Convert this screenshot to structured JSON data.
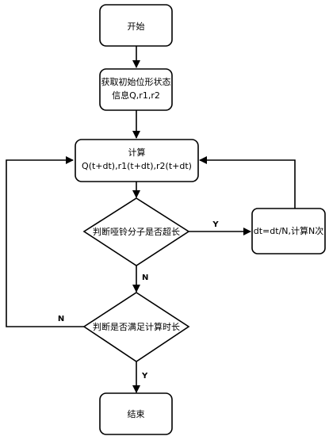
{
  "nodes": {
    "start": {
      "label": "开始"
    },
    "get_state": {
      "line1": "获取初始位形状态",
      "line2": "信息Q,r1,r2"
    },
    "compute": {
      "line1": "计算",
      "line2": "Q(t+dt),r1(t+dt),r2(t+dt)"
    },
    "check_length": {
      "label": "判断哑铃分子是否超长"
    },
    "adjust_step": {
      "label": "dt=dt/N,计算N次"
    },
    "check_time": {
      "label": "判断是否满足计算时长"
    },
    "end": {
      "label": "结束"
    }
  },
  "edges": {
    "length_yes": "Y",
    "length_no": "N",
    "time_no": "N",
    "time_yes": "Y"
  }
}
